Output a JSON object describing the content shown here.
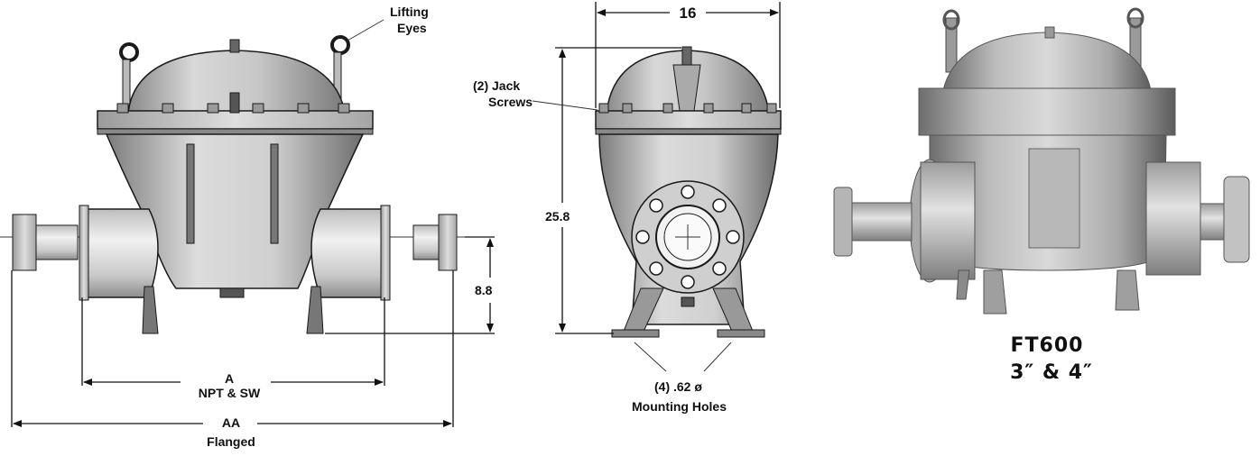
{
  "labels": {
    "lifting_eyes_1": "Lifting",
    "lifting_eyes_2": "Eyes",
    "jack_screws_1": "(2)  Jack",
    "jack_screws_2": "Screws",
    "dim_width": "16",
    "dim_height": "25.8",
    "dim_center": "8.8",
    "dim_a": "A",
    "dim_a_sub": "NPT & SW",
    "dim_aa": "AA",
    "dim_aa_sub": "Flanged",
    "mount_1": "(4)  .62 ø",
    "mount_2": "Mounting Holes",
    "model": "FT600",
    "sizes": "3″ & 4″"
  },
  "colors": {
    "metal_light": "#e4e4e4",
    "metal_mid": "#b9b9b9",
    "metal_dark": "#6f6f6f",
    "outline": "#1a1a1a"
  }
}
